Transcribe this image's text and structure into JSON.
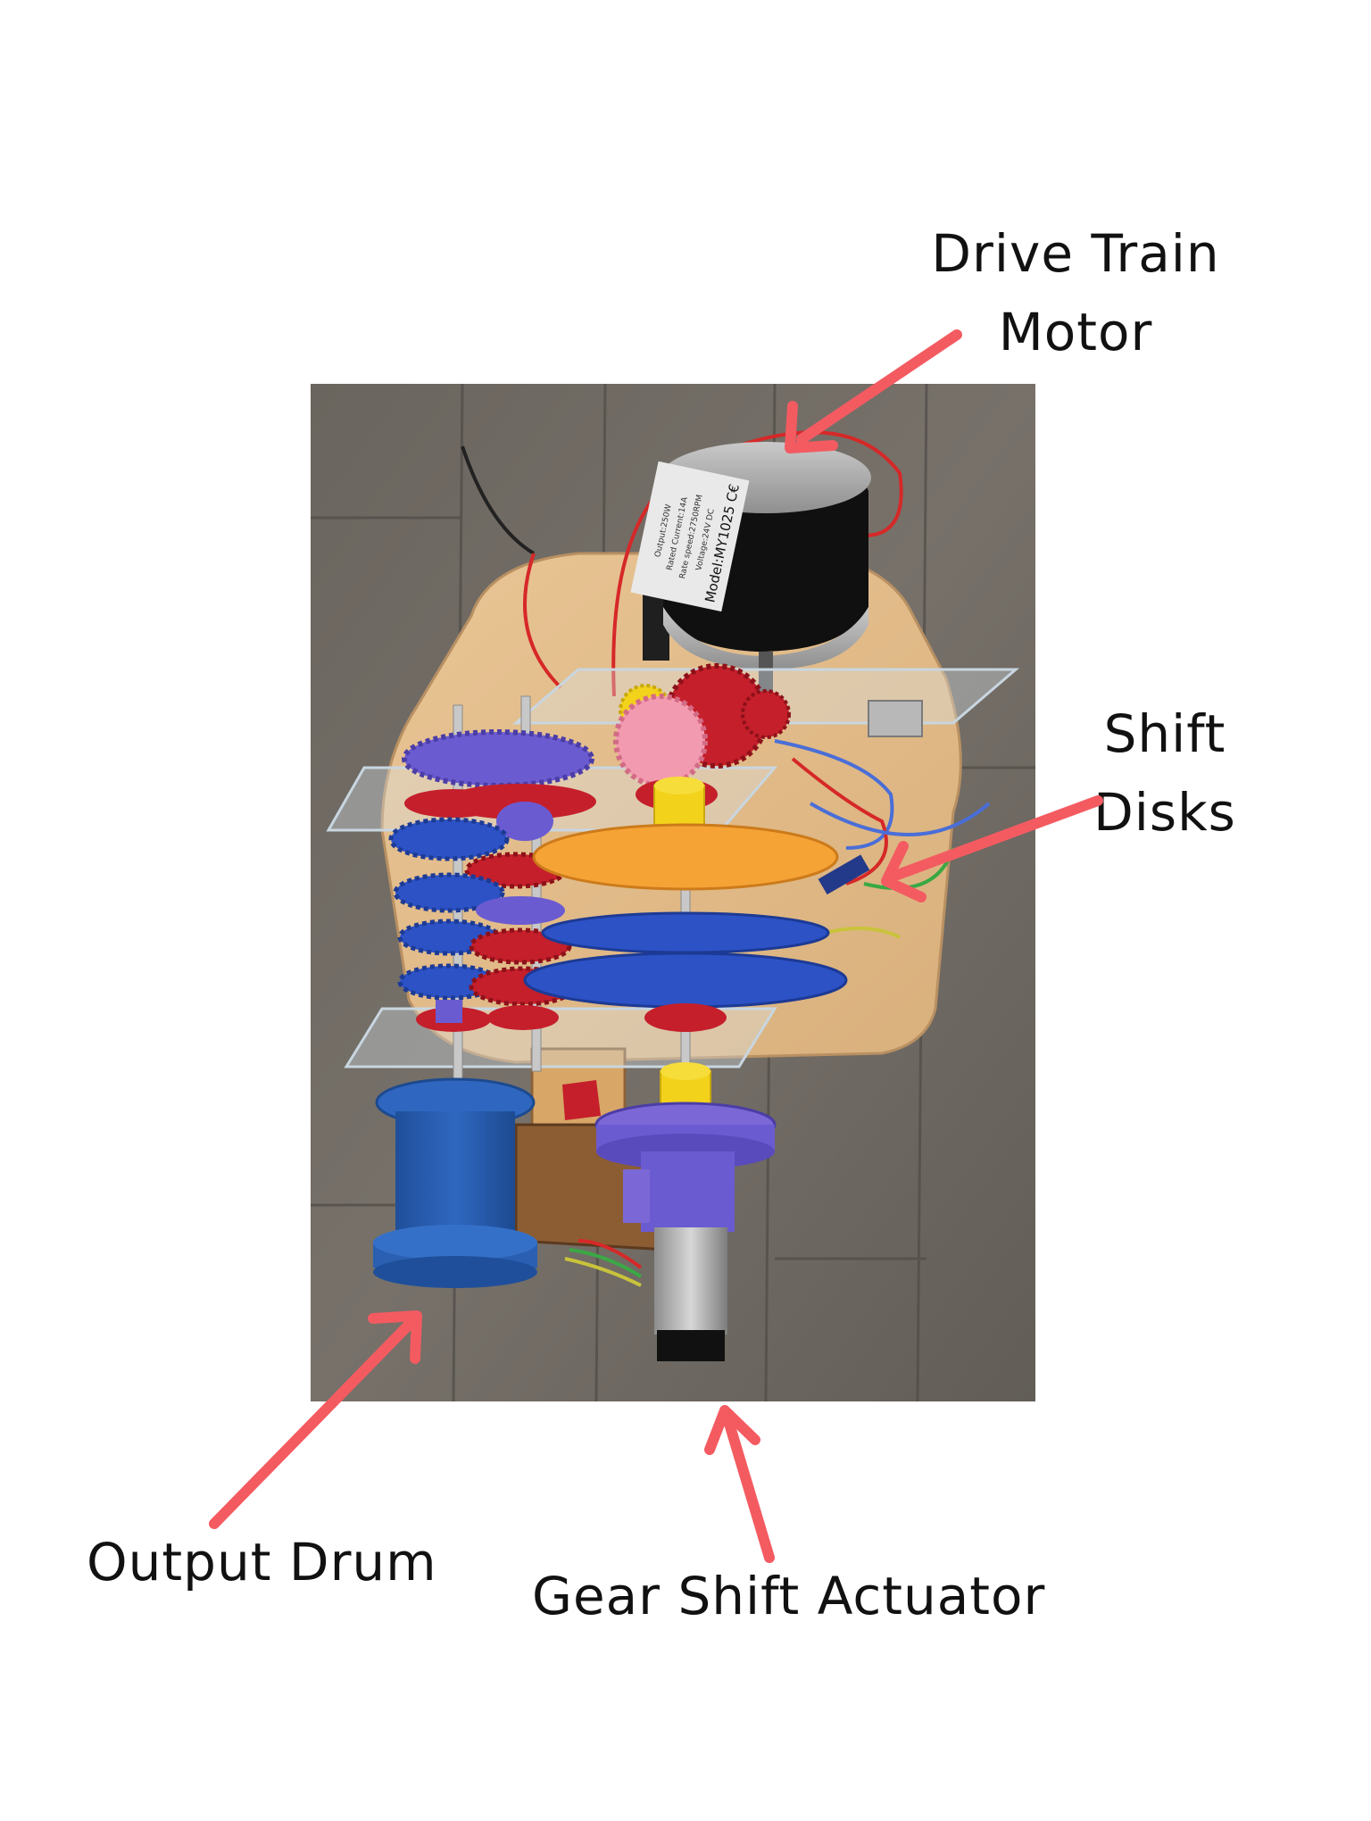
{
  "labels": {
    "drive_train_motor": [
      "Drive Train",
      "Motor"
    ],
    "shift_disks": [
      "Shift",
      "Disks"
    ],
    "output_drum": "Output Drum",
    "gear_shift_actuator": "Gear Shift Actuator"
  },
  "motor_plate": {
    "model": "Model:MY1025 C€",
    "line2": "Voltage:24V DC",
    "line3": "Rate speed:2750RPM",
    "line4": "Rated Current:14A",
    "line5": "Output:250W"
  },
  "colors": {
    "arrow": "#f35b61",
    "text": "#111111",
    "floor": "#6f6a63",
    "wood": "#e2bc8a",
    "gear_blue": "#2c52c6",
    "gear_red": "#c51f2b",
    "gear_purple": "#6b5bd1",
    "gear_yellow": "#f3d21b",
    "disk_orange": "#f6a336",
    "drum_blue": "#2a5fb2"
  }
}
